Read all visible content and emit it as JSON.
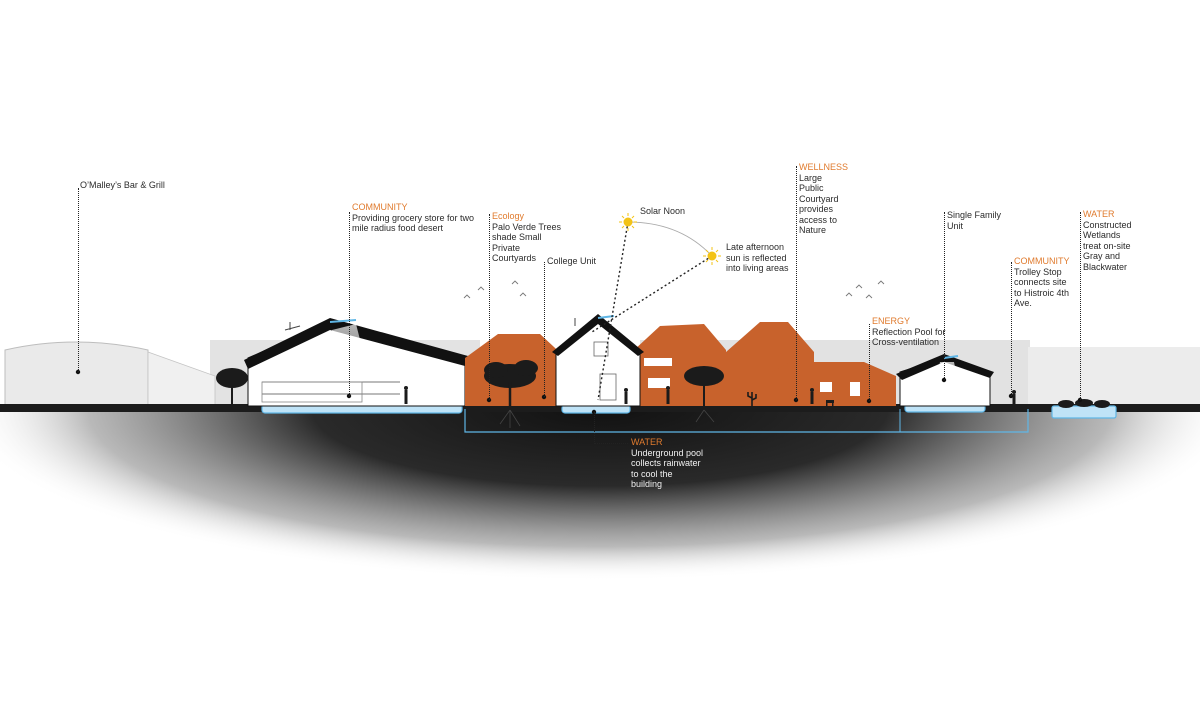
{
  "colors": {
    "accent_orange": "#e07b2e",
    "brick": "#c8622c",
    "ground": "#1a1a1a",
    "water": "#5fb6e6",
    "sun": "#f3c316",
    "background_buildings": "#e6e6e6"
  },
  "annotations": {
    "omalleys": {
      "category": "",
      "text": "O’Malley’s Bar & Grill"
    },
    "community_grocery": {
      "category": "COMMUNITY",
      "text": "Providing grocery store for two mile radius food desert"
    },
    "ecology": {
      "category": "Ecology",
      "text": "Palo Verde Trees shade Small Private Courtyards"
    },
    "college_unit": {
      "category": "",
      "text": "College Unit"
    },
    "solar_noon": {
      "category": "",
      "text": "Solar Noon"
    },
    "afternoon_sun": {
      "category": "",
      "text": "Late afternoon sun is reflected into living areas"
    },
    "wellness": {
      "category": "WELLNESS",
      "text": "Large Public Courtyard provides access to Nature"
    },
    "single_family": {
      "category": "",
      "text": "Single Family Unit"
    },
    "energy": {
      "category": "ENERGY",
      "text": "Reflection Pool for Cross-ventilation"
    },
    "community_trolley": {
      "category": "COMMUNITY",
      "text": "Trolley Stop connects site to Histroic 4th Ave."
    },
    "water_wetlands": {
      "category": "WATER",
      "text": "Constructed Wetlands treat on-site Gray and Blackwater"
    },
    "water_pool": {
      "category": "WATER",
      "text": "Underground pool collects rainwater to cool the building"
    }
  },
  "icons": [
    "sun-icon",
    "tree-icon",
    "bird-icon",
    "person-icon",
    "dog-icon",
    "cactus-icon"
  ]
}
